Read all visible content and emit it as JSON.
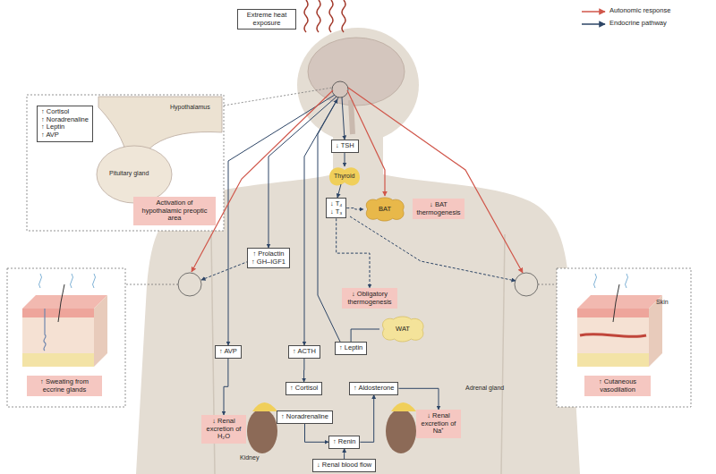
{
  "diagram": {
    "nodes": [
      {
        "text": [
          "Extreme heat exposure"
        ]
      },
      {
        "text": [
          "↑ Cortisol",
          "↑ Noradrenaline",
          "↑ Leptin",
          "↑ AVP"
        ]
      },
      {
        "text": [
          "Activation of hypothalamic preoptic area"
        ]
      },
      {
        "text": [
          "↓ TSH"
        ]
      },
      {
        "text": [
          "↓ T₄",
          "↓ T₃"
        ]
      },
      {
        "text": [
          "BAT"
        ]
      },
      {
        "text": [
          "↓ BAT thermogenesis"
        ]
      },
      {
        "text": [
          "↑ Prolactin",
          "↑ GH–IGF1"
        ]
      },
      {
        "text": [
          "↓ Obligatory thermogenesis"
        ]
      },
      {
        "text": [
          "↑ Sweating from eccrine glands"
        ]
      },
      {
        "text": [
          "↑ Cutaneous vasodilation"
        ]
      },
      {
        "text": [
          "WAT"
        ]
      },
      {
        "text": [
          "↑ AVP"
        ]
      },
      {
        "text": [
          "↑ ACTH"
        ]
      },
      {
        "text": [
          "↑ Leptin"
        ]
      },
      {
        "text": [
          "↑ Aldosterone"
        ]
      },
      {
        "text": [
          "↑ Cortisol"
        ]
      },
      {
        "text": [
          "↓ Renal excretion of Na⁺"
        ]
      },
      {
        "text": [
          "↑ Noradrenaline"
        ]
      },
      {
        "text": [
          "↓ Renal excretion of H₂O"
        ]
      },
      {
        "text": [
          "↑ Renin"
        ]
      },
      {
        "text": [
          "↓ Renal blood flow"
        ]
      }
    ],
    "edges": [
      {
        "from": 4,
        "to": 5,
        "arrow": "to"
      },
      {
        "from": 4,
        "to": 8,
        "arrow": "to"
      },
      {
        "from": 12,
        "to": 19,
        "arrow": "to"
      },
      {
        "from": 13,
        "to": 16,
        "arrow": "to"
      },
      {
        "from": 11,
        "to": 14,
        "arrow": "none"
      },
      {
        "from": 21,
        "to": 20,
        "arrow": "to"
      },
      {
        "from": 20,
        "to": 15,
        "arrow": "to"
      },
      {
        "from": 15,
        "to": 17,
        "arrow": "to"
      },
      {
        "from": 18,
        "to": 20,
        "arrow": "to"
      }
    ],
    "labels": [
      "Hypothalamus",
      "Pituitary gland",
      "Thyroid",
      "Adrenal gland",
      "Kidney",
      "Skin"
    ],
    "legend": [
      {
        "text": "Autonomic response"
      },
      {
        "text": "Endocrine pathway"
      }
    ]
  }
}
